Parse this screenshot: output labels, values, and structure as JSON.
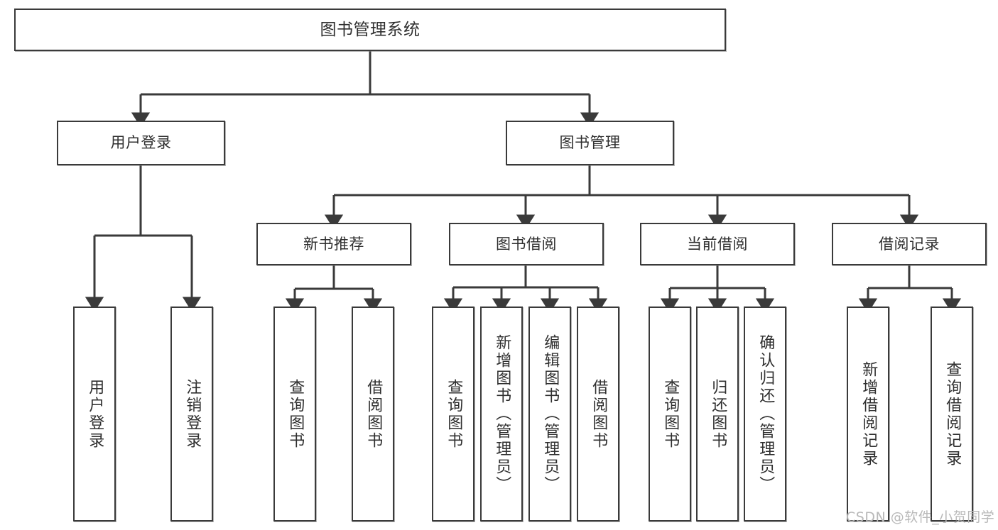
{
  "diagram": {
    "title": "图书管理系统",
    "type": "tree-hierarchy-chart",
    "background_color": "#ffffff",
    "border_color": "#3a3a3a",
    "text_color": "#2f2f2f",
    "watermark": "CSDN @软件_小贺同学",
    "nodes": {
      "root": {
        "label": "图书管理系统"
      },
      "level1": [
        {
          "id": "user-login",
          "label": "用户登录"
        },
        {
          "id": "book-management",
          "label": "图书管理"
        }
      ],
      "level2": [
        {
          "id": "new-book-recommend",
          "label": "新书推荐"
        },
        {
          "id": "book-borrow",
          "label": "图书借阅"
        },
        {
          "id": "current-borrow",
          "label": "当前借阅"
        },
        {
          "id": "borrow-record",
          "label": "借阅记录"
        }
      ],
      "leaves": {
        "user-login": [
          {
            "id": "leaf-user-login",
            "label": "用户登录"
          },
          {
            "id": "leaf-logout-login",
            "label": "注销登录"
          }
        ],
        "new-book-recommend": [
          {
            "id": "leaf-query-book-1",
            "label": "查询图书"
          },
          {
            "id": "leaf-borrow-book-1",
            "label": "借阅图书"
          }
        ],
        "book-borrow": [
          {
            "id": "leaf-query-book-2",
            "label": "查询图书"
          },
          {
            "id": "leaf-add-book",
            "label": "新增图书（管理员）"
          },
          {
            "id": "leaf-edit-book",
            "label": "编辑图书（管理员）"
          },
          {
            "id": "leaf-borrow-book-2",
            "label": "借阅图书"
          }
        ],
        "current-borrow": [
          {
            "id": "leaf-query-book-3",
            "label": "查询图书"
          },
          {
            "id": "leaf-return-book",
            "label": "归还图书"
          },
          {
            "id": "leaf-confirm-return",
            "label": "确认归还（管理员）"
          }
        ],
        "borrow-record": [
          {
            "id": "leaf-add-record",
            "label": "新增借阅记录"
          },
          {
            "id": "leaf-query-record",
            "label": "查询借阅记录"
          }
        ]
      }
    }
  }
}
